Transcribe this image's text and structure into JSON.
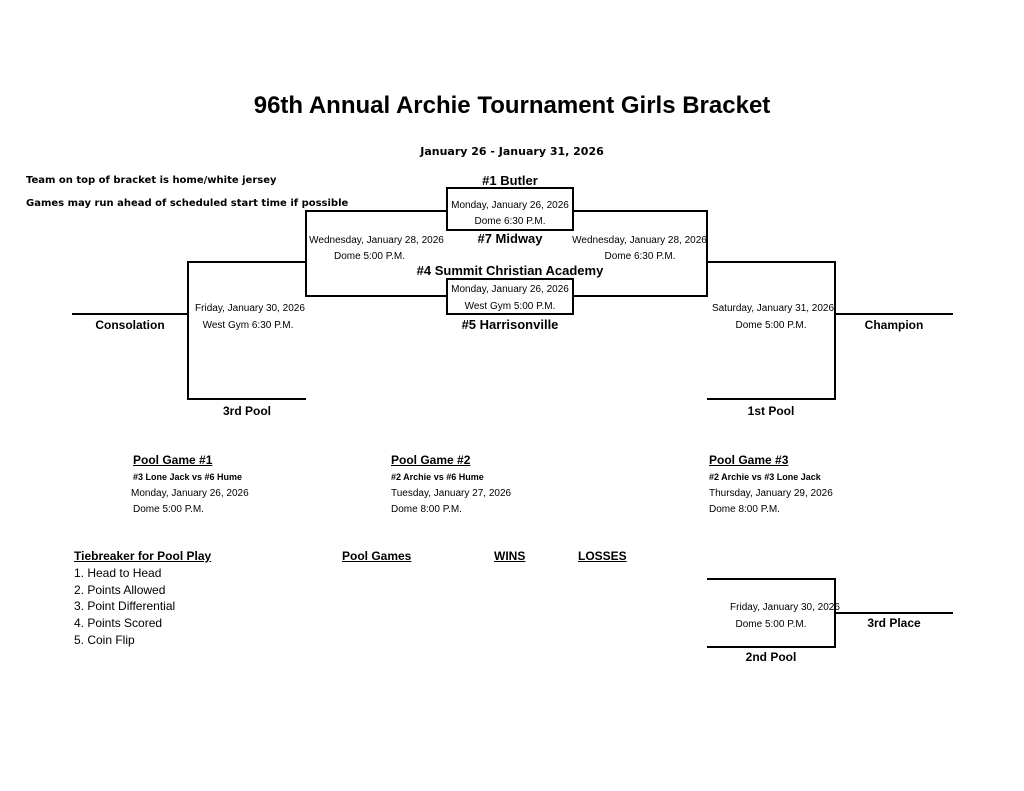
{
  "title": "96th Annual Archie Tournament Girls Bracket",
  "dates": "January 26 - January 31, 2026",
  "notes": {
    "home_jersey": "Team on top of bracket is home/white jersey",
    "early_start": "Games may run ahead of scheduled start time if possible"
  },
  "teams": {
    "butler": "#1 Butler",
    "midway": "#7 Midway",
    "summit": "#4 Summit Christian Academy",
    "harrisonville": "#5 Harrisonville"
  },
  "games": {
    "g1": {
      "date": "Monday, January 26, 2026",
      "place": "Dome 6:30 P.M."
    },
    "g2": {
      "date": "Monday, January 26, 2026",
      "place": "West Gym 5:00 P.M."
    },
    "g3": {
      "date": "Wednesday, January 28, 2026",
      "place": "Dome 5:00 P.M."
    },
    "g4": {
      "date": "Wednesday, January 28, 2026",
      "place": "Dome 6:30 P.M."
    },
    "consolation": {
      "date": "Friday, January 30, 2026",
      "place": "West Gym 6:30 P.M."
    },
    "championship": {
      "date": "Saturday, January 31, 2026",
      "place": "Dome 5:00 P.M."
    },
    "third_place": {
      "date": "Friday, January 30, 2026",
      "place": "Dome 5:00 P.M."
    }
  },
  "labels": {
    "consolation": "Consolation",
    "champion": "Champion",
    "third_pool": "3rd Pool",
    "first_pool": "1st Pool",
    "second_pool": "2nd Pool",
    "third_place": "3rd Place"
  },
  "pool_games": [
    {
      "title": "Pool Game #1",
      "match": "#3 Lone Jack vs #6 Hume",
      "date": "Monday, January 26, 2026",
      "place": "Dome 5:00 P.M."
    },
    {
      "title": "Pool Game #2",
      "match": "#2 Archie vs #6 Hume",
      "date": "Tuesday, January 27, 2026",
      "place": "Dome 8:00 P.M."
    },
    {
      "title": "Pool Game #3",
      "match": "#2 Archie vs #3 Lone Jack",
      "date": "Thursday, January 29, 2026",
      "place": "Dome 8:00 P.M."
    }
  ],
  "tiebreaker": {
    "heading": "Tiebreaker for Pool Play",
    "items": [
      "1. Head to Head",
      "2. Points Allowed",
      "3. Point Differential",
      "4. Points Scored",
      "5. Coin Flip"
    ]
  },
  "standings": {
    "pool_games": "Pool Games",
    "wins": "WINS",
    "losses": "LOSSES"
  }
}
